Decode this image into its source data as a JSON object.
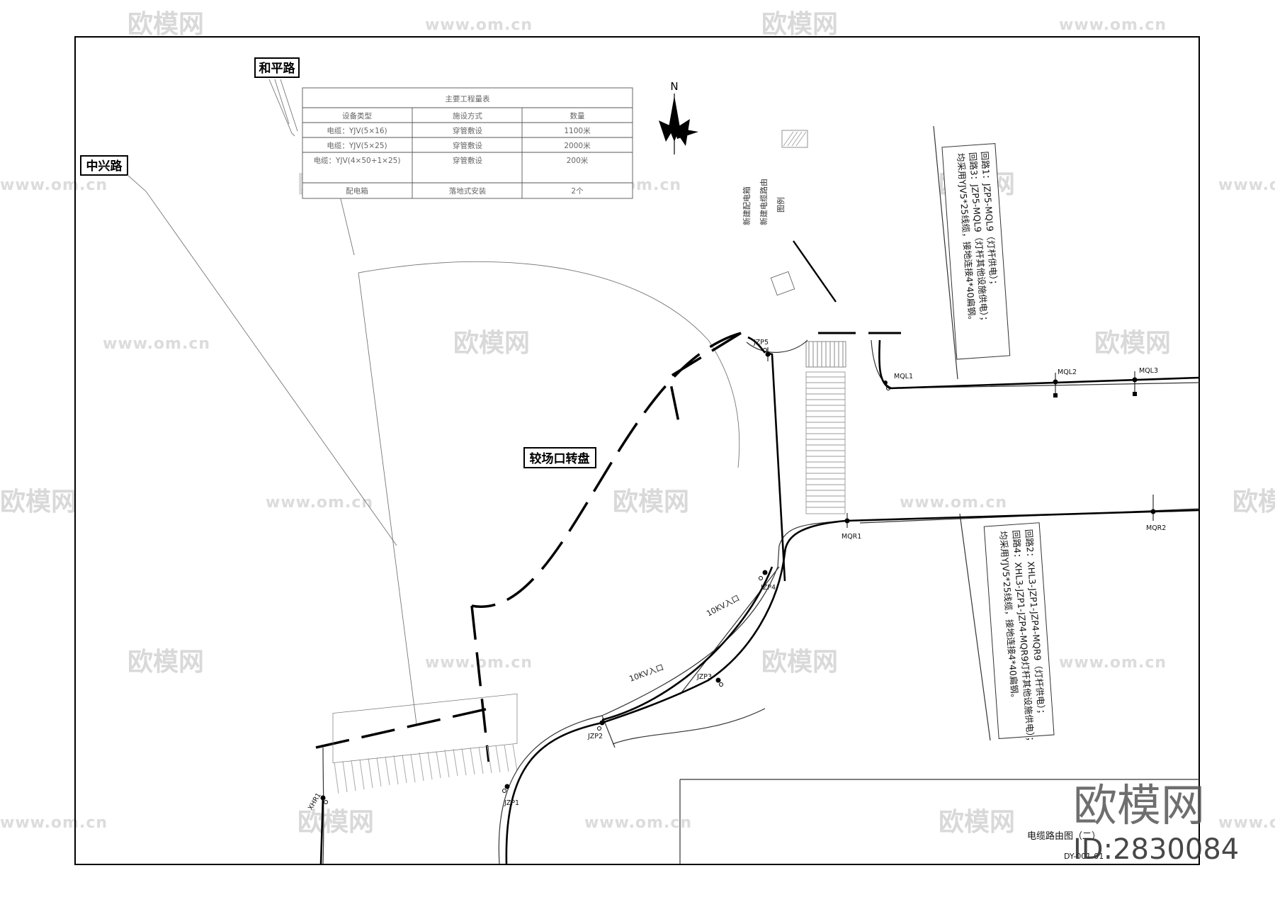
{
  "roads": {
    "heping": "和平路",
    "zhongxing": "中兴路",
    "roundabout": "较场口转盘"
  },
  "north": "N",
  "quantity_table": {
    "title": "主要工程量表",
    "headers": [
      "设备类型",
      "施设方式",
      "数量"
    ],
    "rows": [
      [
        "电缆：YJV(5×16)",
        "穿管敷设",
        "1100米"
      ],
      [
        "电缆：YJV(5×25)",
        "穿管敷设",
        "2000米"
      ],
      [
        "电缆：YJV(4×50+1×25)",
        "穿管敷设",
        "200米"
      ],
      [
        "配电箱",
        "落地式安装",
        "2个"
      ]
    ]
  },
  "plan_labels": {
    "new_box_1": "新建配电箱",
    "new_box_2": "新建电缆路由",
    "new_box_3": "图例"
  },
  "lamp_points": [
    {
      "id": "JZP5"
    },
    {
      "id": "MQL1"
    },
    {
      "id": "MQL2"
    },
    {
      "id": "MQL3"
    },
    {
      "id": "MQR1"
    },
    {
      "id": "MQR2"
    },
    {
      "id": "JZP4"
    },
    {
      "id": "JZP3"
    },
    {
      "id": "JZP2"
    },
    {
      "id": "JZP1"
    },
    {
      "id": "XHR1"
    }
  ],
  "road_text": {
    "in_road_1": "10KV入口",
    "in_road_2": "10KV入口"
  },
  "notes": {
    "note1": {
      "line1": "回路1：JZP5-MQL9（灯杆供电）；",
      "line2": "回路3：JZP5-MQL9（灯杆其他设施供电）；",
      "line3": "均采用YJV5*25线缆，接地连接4*40扁钢。"
    },
    "note2": {
      "line1": "回路2：XHL3-JZP1-JZP4-MQR9（灯杆供电）；",
      "line2": "回路4：XHL3-JZP1-JZP4-MQR9灯杆其他设施供电）；",
      "line3": "均采用YJV5*25线缆，接地连接4*40扁钢。"
    }
  },
  "drawing_title": "电缆路由图（二）",
  "drawing_number": "DY-001-01",
  "watermark": {
    "brand": "欧模网",
    "url": "www.om.cn",
    "id_text": "ID:2830084"
  },
  "colors": {
    "line": "#000000",
    "watermark": "#d9d9d9",
    "background": "#ffffff"
  }
}
